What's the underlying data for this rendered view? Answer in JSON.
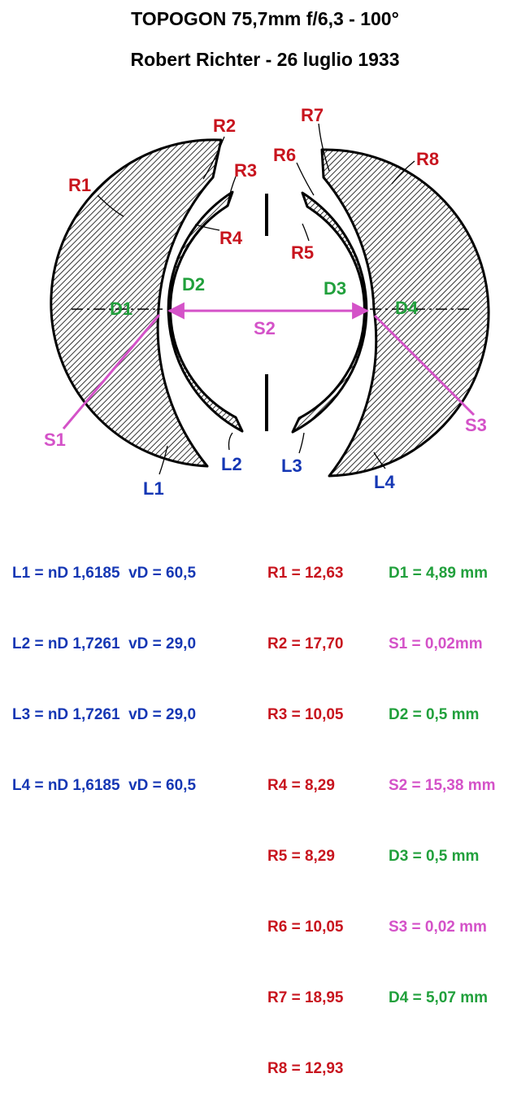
{
  "title_line1": "TOPOGON 75,7mm f/6,3 - 100°",
  "title_line2": "Robert Richter -  26 luglio 1933",
  "labels": {
    "R1": "R1",
    "R2": "R2",
    "R3": "R3",
    "R4": "R4",
    "R5": "R5",
    "R6": "R6",
    "R7": "R7",
    "R8": "R8",
    "D1": "D1",
    "D2": "D2",
    "D3": "D3",
    "D4": "D4",
    "S1": "S1",
    "S2": "S2",
    "S3": "S3",
    "L1": "L1",
    "L2": "L2",
    "L3": "L3",
    "L4": "L4"
  },
  "lens_specs": [
    "L1 = nD 1,6185  vD = 60,5",
    "L2 = nD 1,7261  vD = 29,0",
    "L3 = nD 1,7261  vD = 29,0",
    "L4 = nD 1,6185  vD = 60,5"
  ],
  "radii": [
    "R1 = 12,63",
    "R2 = 17,70",
    "R3 = 10,05",
    "R4 = 8,29",
    "R5 = 8,29",
    "R6 = 10,05",
    "R7 = 18,95",
    "R8 = 12,93"
  ],
  "distances": [
    "D1 = 4,89 mm",
    "S1 = 0,02mm",
    "D2 = 0,5 mm",
    "S2 = 15,38 mm",
    "D3 = 0,5 mm",
    "S3 = 0,02 mm",
    "D4 = 5,07 mm"
  ],
  "colors": {
    "radius": "#c8141e",
    "thickness": "#21a03c",
    "spacing": "#d452c8",
    "lens": "#1537b4"
  }
}
